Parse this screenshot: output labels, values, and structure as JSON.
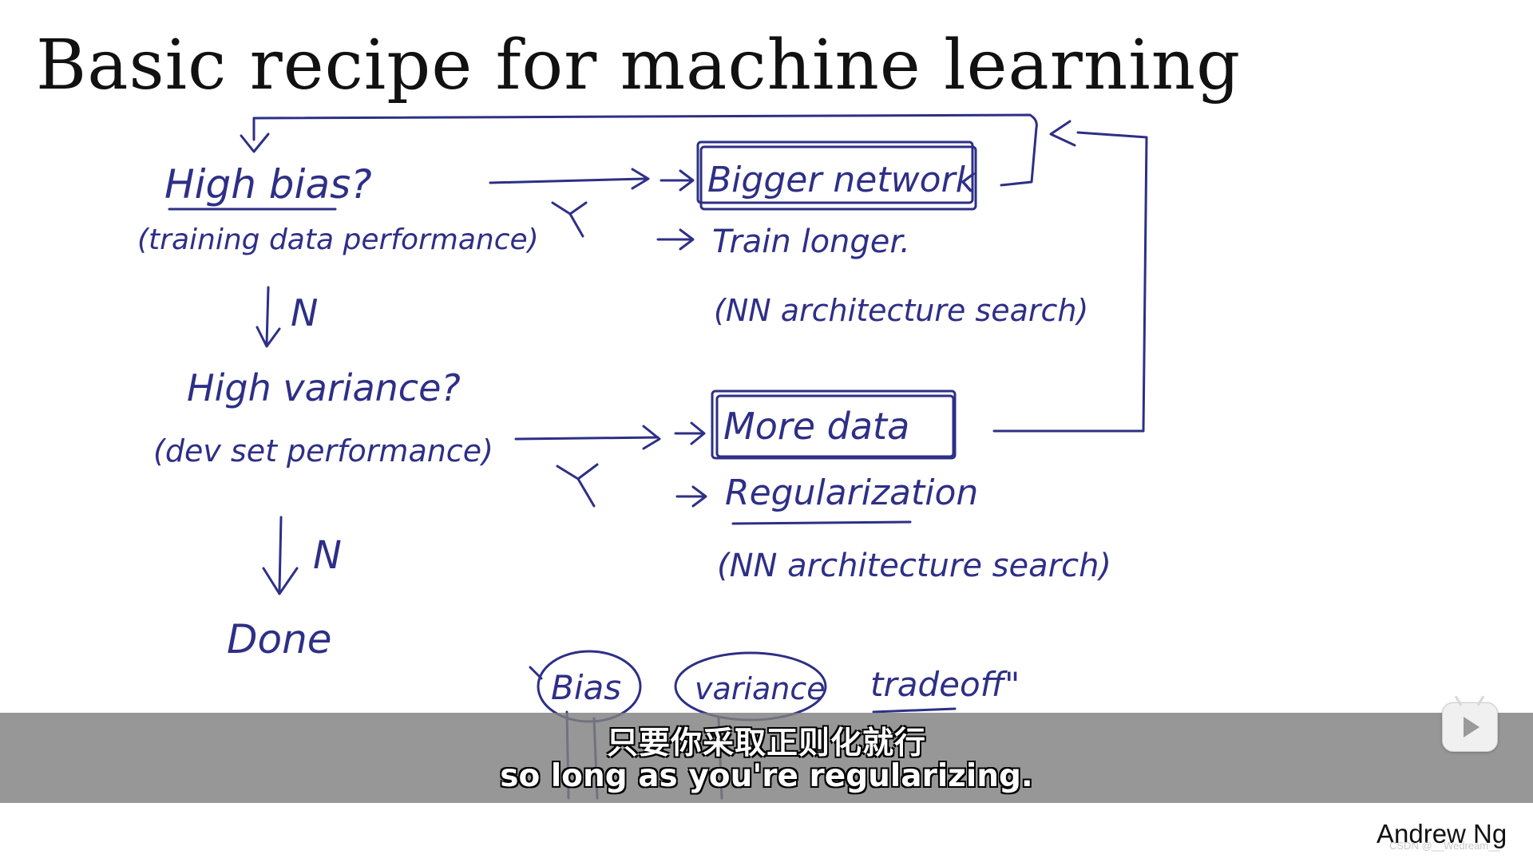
{
  "slide": {
    "title": "Basic recipe for machine learning",
    "author": "Andrew Ng"
  },
  "diagram": {
    "high_bias": "High bias?",
    "training_perf": "(training data performance)",
    "yes1": "Y",
    "no1": "N",
    "bigger_network": "Bigger network",
    "train_longer": "Train longer.",
    "nn_search1": "(NN architecture search)",
    "high_variance": "High variance?",
    "dev_perf": "(dev set performance)",
    "yes2": "Y",
    "no2": "N",
    "more_data": "More data",
    "regularization": "Regularization",
    "nn_search2": "(NN architecture search)",
    "done": "Done",
    "bias": "Bias",
    "variance": "variance",
    "tradeoff": "tradeoff\""
  },
  "subtitle": {
    "chinese": "只要你采取正则化就行",
    "english": "so long as you're regularizing."
  },
  "player": {
    "play_icon": "play-icon",
    "watermark": "CSDN @__Wedream__"
  }
}
